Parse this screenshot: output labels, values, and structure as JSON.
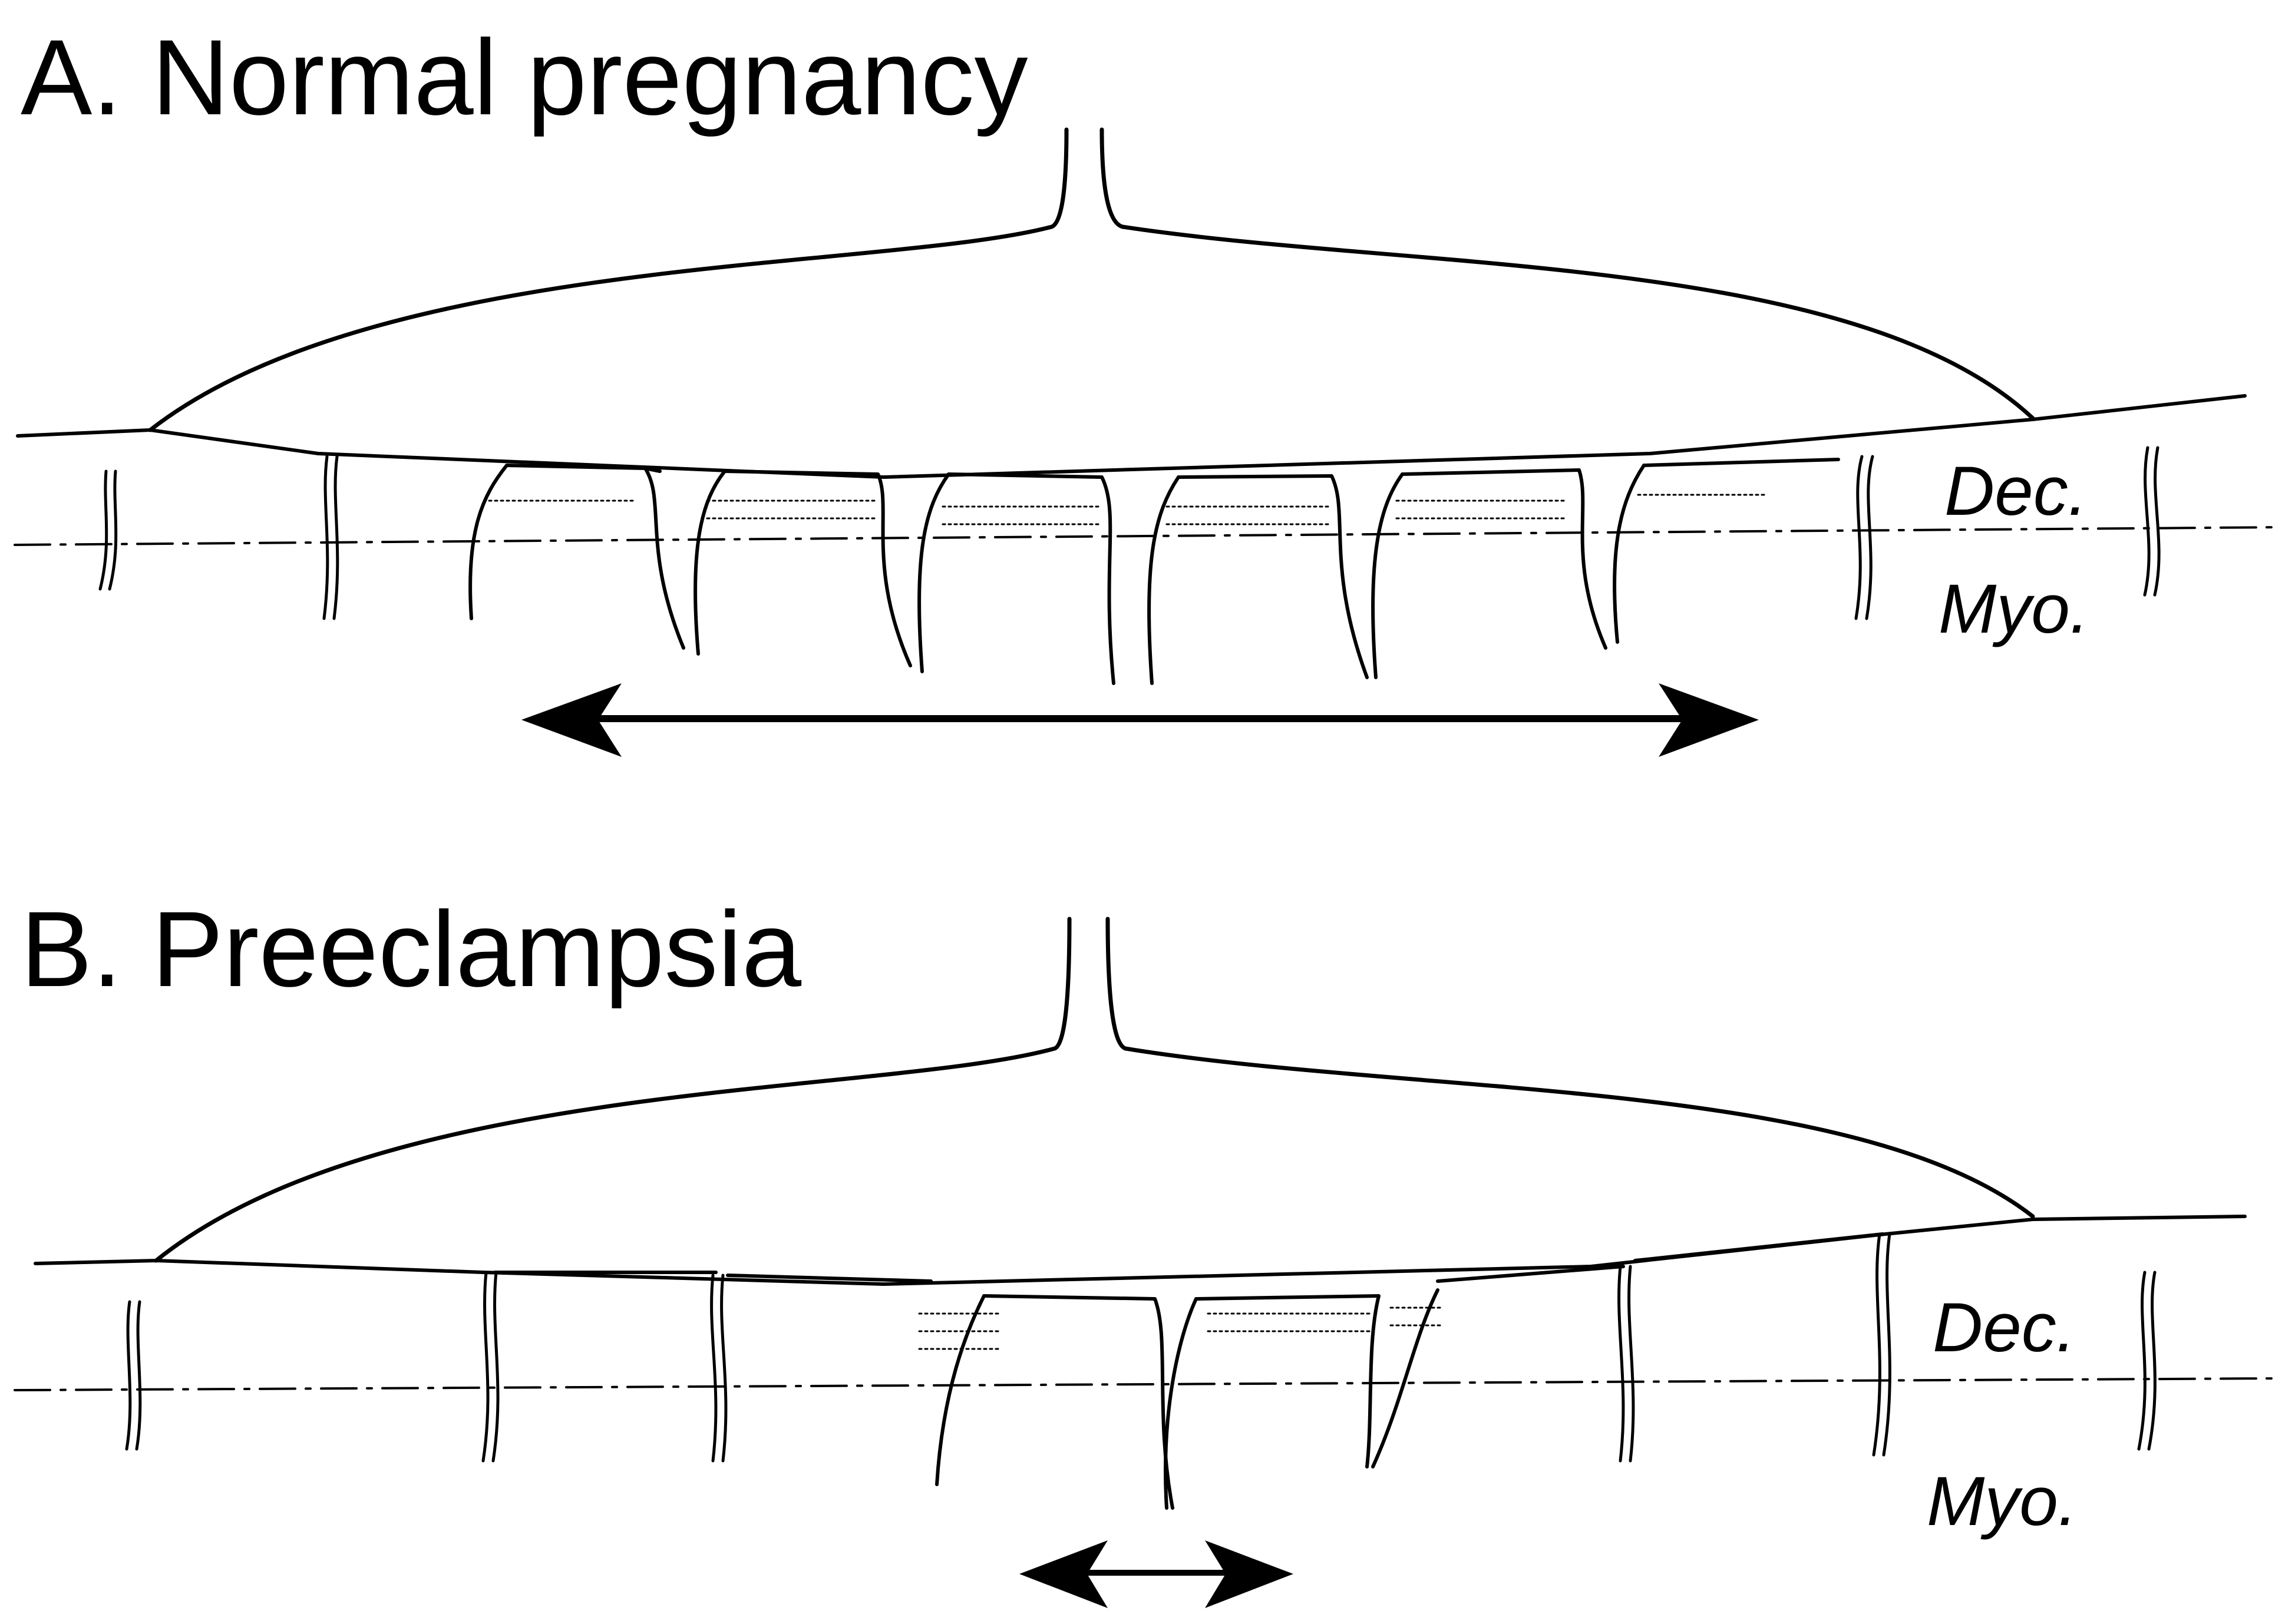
{
  "panels": [
    {
      "title": "A. Normal pregnancy",
      "label_top": "Dec.",
      "label_bottom": "Myo.",
      "remodeled_arteries": 6,
      "unremodeled_arteries": 4
    },
    {
      "title": "B. Preeclampsia",
      "label_top": "Dec.",
      "label_bottom": "Myo.",
      "remodeled_arteries": 3,
      "unremodeled_arteries": 6
    }
  ]
}
